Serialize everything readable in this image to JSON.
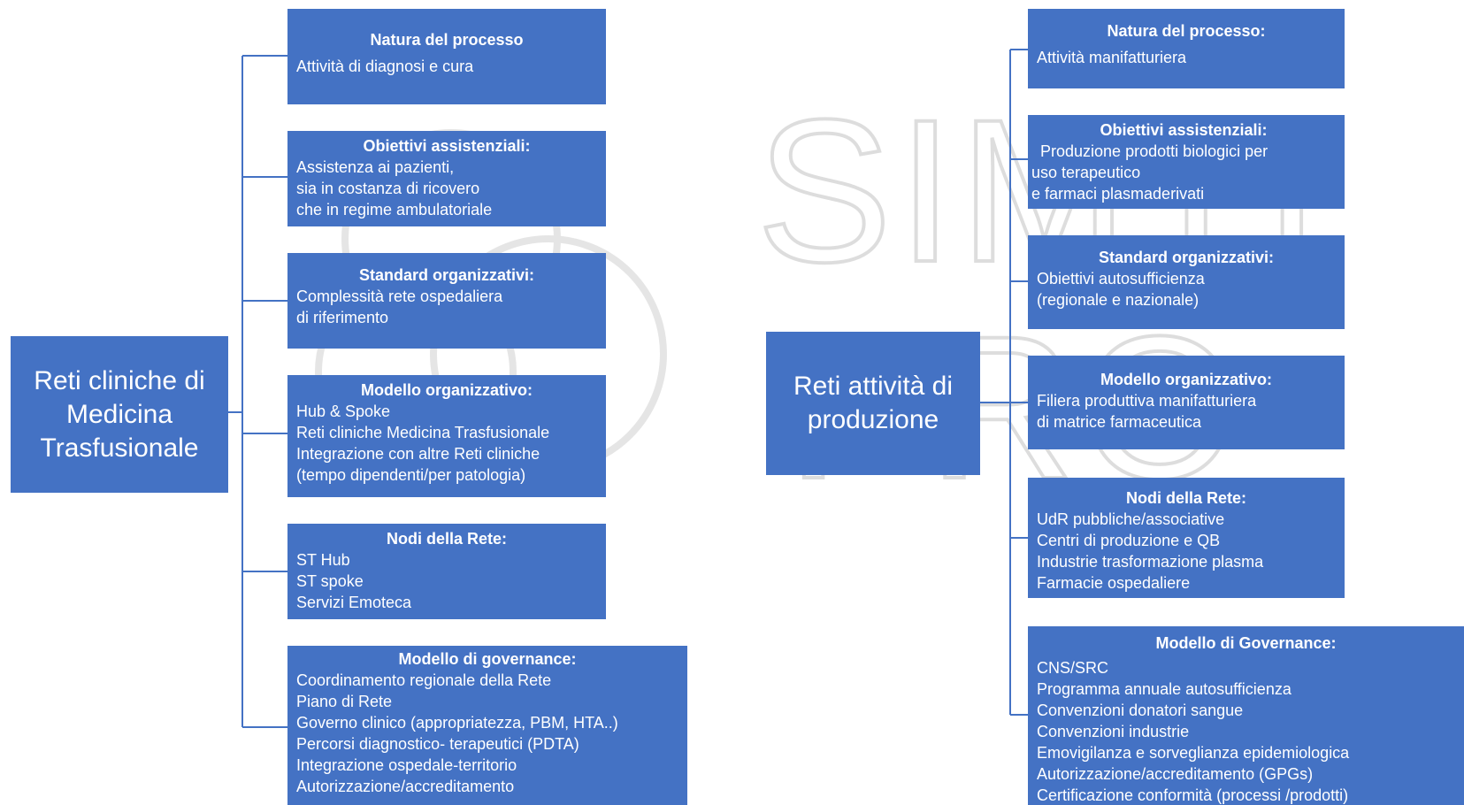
{
  "left_diagram": {
    "root": [
      "Reti cliniche di",
      "Medicina",
      "Trasfusionale"
    ],
    "boxes": [
      {
        "title": "Natura del processo",
        "lines": [
          "Attività di diagnosi e cura"
        ]
      },
      {
        "title": "Obiettivi assistenziali:",
        "lines": [
          "Assistenza ai pazienti,",
          "sia in costanza di ricovero",
          "che in regime ambulatoriale"
        ]
      },
      {
        "title": "Standard organizzativi:",
        "lines": [
          "Complessità rete ospedaliera",
          "di riferimento"
        ]
      },
      {
        "title": "Modello organizzativo:",
        "lines": [
          "Hub & Spoke",
          "Reti cliniche Medicina Trasfusionale",
          "Integrazione con altre Reti cliniche",
          "(tempo dipendenti/per patologia)"
        ]
      },
      {
        "title": "Nodi della Rete:",
        "lines": [
          "ST Hub",
          "ST spoke",
          "Servizi Emoteca"
        ]
      },
      {
        "title": "Modello di governance:",
        "lines": [
          "Coordinamento regionale della Rete",
          "Piano di Rete",
          "Governo clinico (appropriatezza, PBM, HTA..)",
          "Percorsi diagnostico- terapeutici (PDTA)",
          "Integrazione ospedale-territorio",
          "Autorizzazione/accreditamento"
        ]
      }
    ]
  },
  "right_diagram": {
    "root": [
      "Reti attività di",
      "produzione"
    ],
    "boxes": [
      {
        "title": "Natura del processo:",
        "lines": [
          "Attività manifatturiera"
        ]
      },
      {
        "title": "Obiettivi assistenziali:",
        "lines": [
          "Produzione prodotti biologici per",
          "uso terapeutico",
          "e farmaci plasmaderivati"
        ]
      },
      {
        "title": "Standard organizzativi:",
        "lines": [
          "Obiettivi autosufficienza",
          "(regionale e nazionale)"
        ]
      },
      {
        "title": "Modello organizzativo:",
        "lines": [
          "Filiera produttiva manifatturiera",
          "di matrice farmaceutica"
        ]
      },
      {
        "title": "Nodi della Rete:",
        "lines": [
          "UdR pubbliche/associative",
          "Centri di produzione e QB",
          "Industrie trasformazione plasma",
          "Farmacie ospedaliere"
        ]
      },
      {
        "title": "Modello di Governance:",
        "lines": [
          "CNS/SRC",
          "Programma annuale autosufficienza",
          "Convenzioni donatori sangue",
          "Convenzioni industrie",
          "Emovigilanza e sorveglianza epidemiologica",
          "Autorizzazione/accreditamento (GPGs)",
          "Certificazione conformità (processi /prodotti)"
        ]
      }
    ]
  },
  "watermark": {
    "line1": "SIMTI",
    "line2": "PRO"
  },
  "colors": {
    "box_fill": "#4472c4",
    "text": "#ffffff",
    "connector": "#4472c4",
    "watermark": "#c8c8c8"
  }
}
